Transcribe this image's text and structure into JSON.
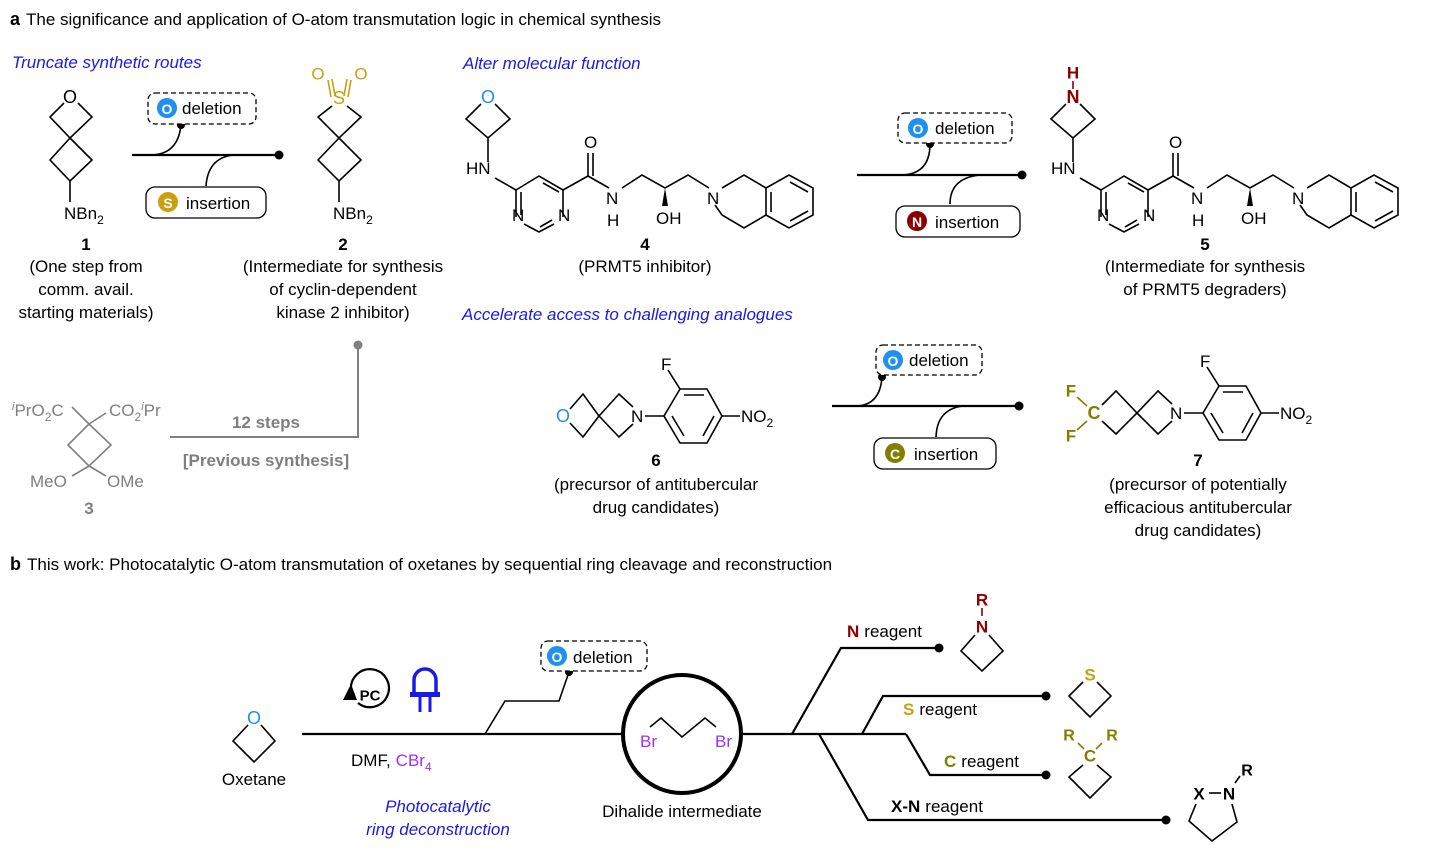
{
  "colors": {
    "oxygen": "#1e90f0",
    "sulfur": "#c9a010",
    "nitrogen": "#8b0000",
    "carbon": "#808000",
    "bromine": "#9b30ff",
    "heading_blue": "#1a1ae6",
    "gray": "#7f7f7f",
    "led_blue": "#1a1ae6"
  },
  "panel_a": {
    "label": "a",
    "title": "The significance and application of O-atom transmutation logic in chemical synthesis",
    "sections": {
      "truncate": "Truncate synthetic routes",
      "alter": "Alter molecular function",
      "accelerate": "Accelerate access to challenging analogues"
    },
    "compound1": {
      "number": "1",
      "substituent": "NBn2",
      "caption": [
        "(One step from",
        "comm. avail.",
        "starting materials)"
      ]
    },
    "compound2": {
      "number": "2",
      "substituent": "NBn2",
      "caption": [
        "(Intermediate for synthesis",
        "of cyclin-dependent",
        "kinase 2 inhibitor)"
      ]
    },
    "compound3": {
      "number": "3",
      "labels": {
        "left_ester": "iPrO2C",
        "right_ester": "CO2iPr",
        "left_ether": "MeO",
        "right_ether": "OMe"
      }
    },
    "compound4": {
      "number": "4",
      "caption": [
        "(PRMT5 inhibitor)"
      ]
    },
    "compound5": {
      "number": "5",
      "caption": [
        "(Intermediate for synthesis",
        "of PRMT5 degraders)"
      ]
    },
    "compound6": {
      "number": "6",
      "caption": [
        "(precursor of antitubercular",
        "drug candidates)"
      ]
    },
    "compound7": {
      "number": "7",
      "caption": [
        "(precursor of potentially",
        "efficacious antitubercular",
        "drug candidates)"
      ]
    },
    "previous_route": {
      "steps": "12 steps",
      "note": "[Previous synthesis]"
    },
    "tags": {
      "deletion": {
        "atom": "O",
        "text": "deletion"
      },
      "s_insertion": {
        "atom": "S",
        "text": "insertion"
      },
      "n_insertion": {
        "atom": "N",
        "text": "insertion"
      },
      "c_insertion": {
        "atom": "C",
        "text": "insertion"
      }
    }
  },
  "panel_b": {
    "label": "b",
    "title": "This work: Photocatalytic O-atom transmutation of oxetanes by sequential ring cleavage and reconstruction",
    "start": "Oxetane",
    "photocatalyst": "PC",
    "conditions": {
      "solvent": "DMF,",
      "reagent": "CBr4"
    },
    "step_label": [
      "Photocatalytic",
      "ring deconstruction"
    ],
    "deletion": {
      "atom": "O",
      "text": "deletion"
    },
    "intermediate": {
      "label": "Dihalide intermediate",
      "halogen": "Br"
    },
    "branches": [
      {
        "atom": "N",
        "text": "reagent",
        "product": "N-R azetidine"
      },
      {
        "atom": "S",
        "text": "reagent",
        "product": "thietane"
      },
      {
        "atom": "C",
        "text": "reagent",
        "product": "R2C cyclobutane"
      },
      {
        "atom": "X-N",
        "text": "reagent",
        "product": "X-N(R) five-membered ring"
      }
    ]
  }
}
